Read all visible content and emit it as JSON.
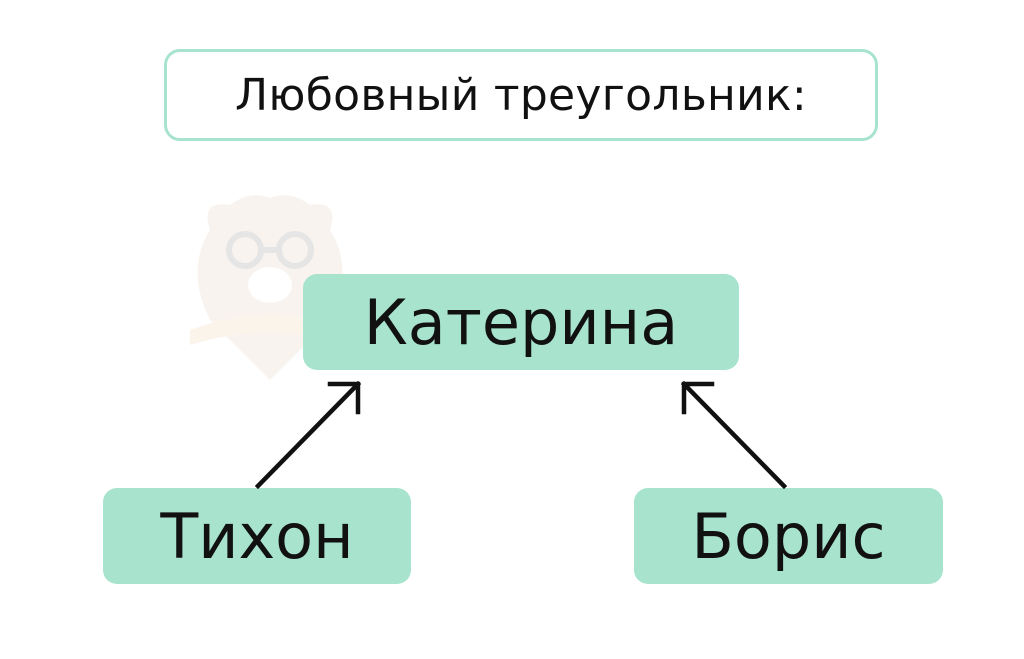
{
  "title": "Любовный треугольник:",
  "nodes": {
    "top": "Катерина",
    "left": "Тихон",
    "right": "Борис"
  },
  "colors": {
    "node_fill": "#a8e3ce",
    "title_border": "#a8e3ce",
    "arrow": "#111111",
    "text": "#111111"
  },
  "icons": {
    "watermark": "bear-with-glasses-logo-icon"
  }
}
